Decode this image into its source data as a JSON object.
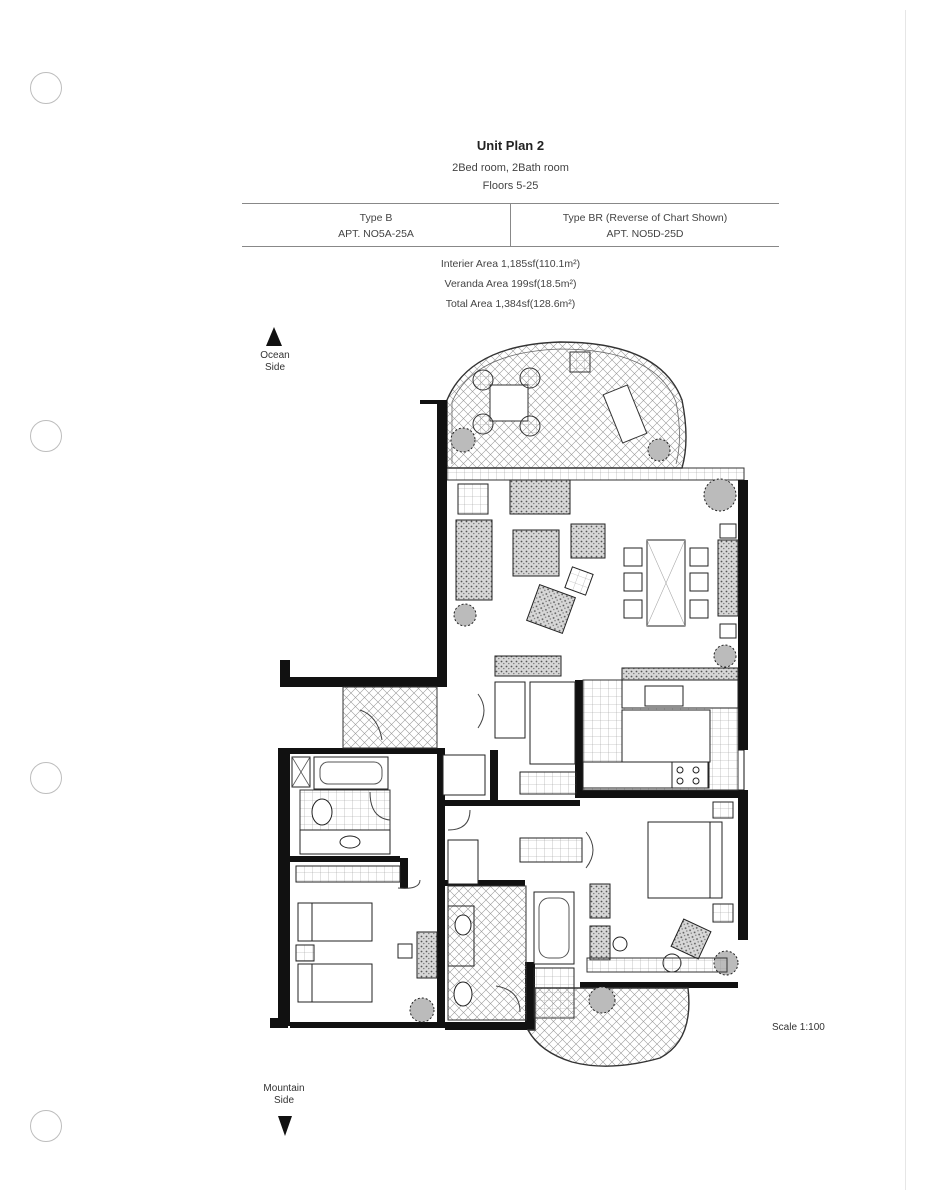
{
  "header": {
    "title": "Unit Plan 2",
    "rooms": "2Bed room, 2Bath room",
    "floors": "Floors 5-25"
  },
  "types": [
    {
      "name": "Type B",
      "apt": "APT. NO5A-25A"
    },
    {
      "name": "Type BR (Reverse of Chart Shown)",
      "apt": "APT. NO5D-25D"
    }
  ],
  "areas": {
    "interior": "Interier Area 1,185sf(110.1m²)",
    "veranda": "Veranda Area 199sf(18.5m²)",
    "total": "Total Area 1,384sf(128.6m²)"
  },
  "compass": {
    "top_line1": "Ocean",
    "top_line2": "Side",
    "bottom_line1": "Mountain",
    "bottom_line2": "Side"
  },
  "scale": "Scale 1:100"
}
